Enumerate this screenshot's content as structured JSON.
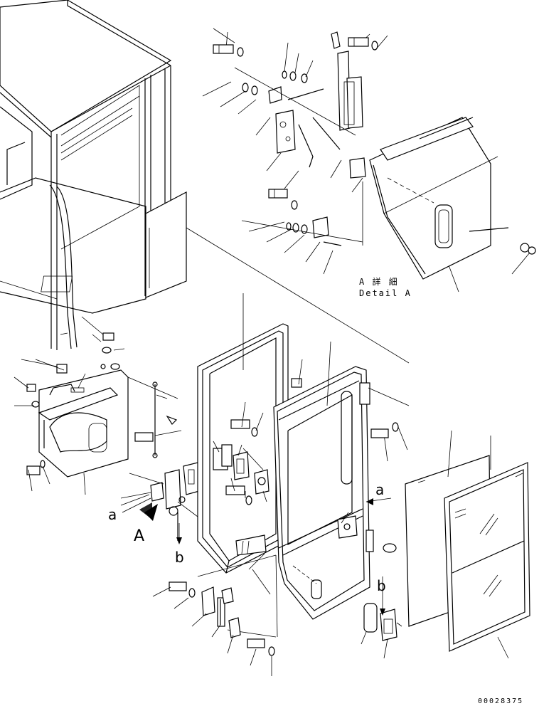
{
  "detail_label": {
    "jp": "A 詳 細",
    "en": "Detail A"
  },
  "callouts": {
    "view_a": "A",
    "ref_a_left": "a",
    "ref_a_right": "a",
    "ref_b_lower": "b",
    "ref_b_right": "b"
  },
  "drawing_code": "00028375"
}
